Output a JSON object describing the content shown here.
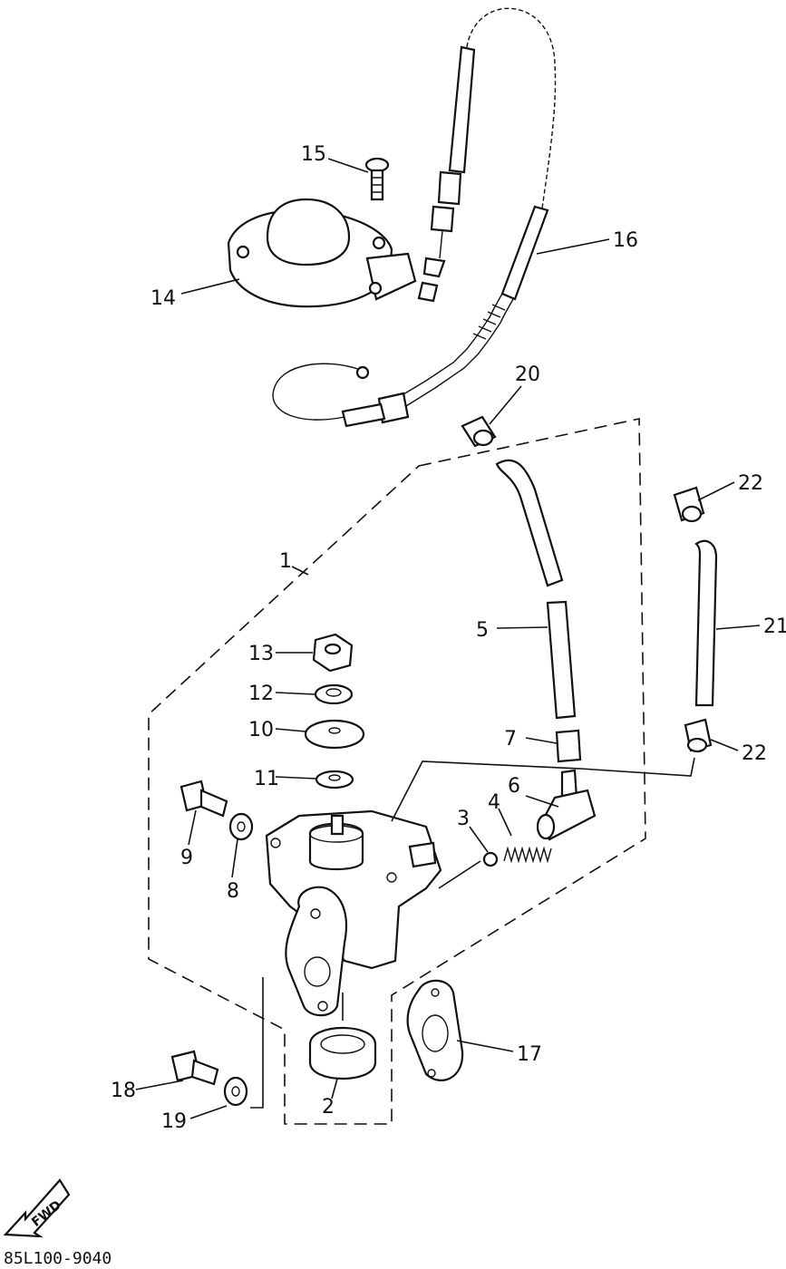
{
  "diagram": {
    "callouts": {
      "p1": "1",
      "p2": "2",
      "p3": "3",
      "p4": "4",
      "p5": "5",
      "p6": "6",
      "p7": "7",
      "p8": "8",
      "p9": "9",
      "p10": "10",
      "p11": "11",
      "p12": "12",
      "p13": "13",
      "p14": "14",
      "p15": "15",
      "p16": "16",
      "p17": "17",
      "p18": "18",
      "p19": "19",
      "p20": "20",
      "p21": "21",
      "p22a": "22",
      "p22b": "22"
    },
    "direction_label": "FWD",
    "figure_code": "85L100-9040"
  }
}
